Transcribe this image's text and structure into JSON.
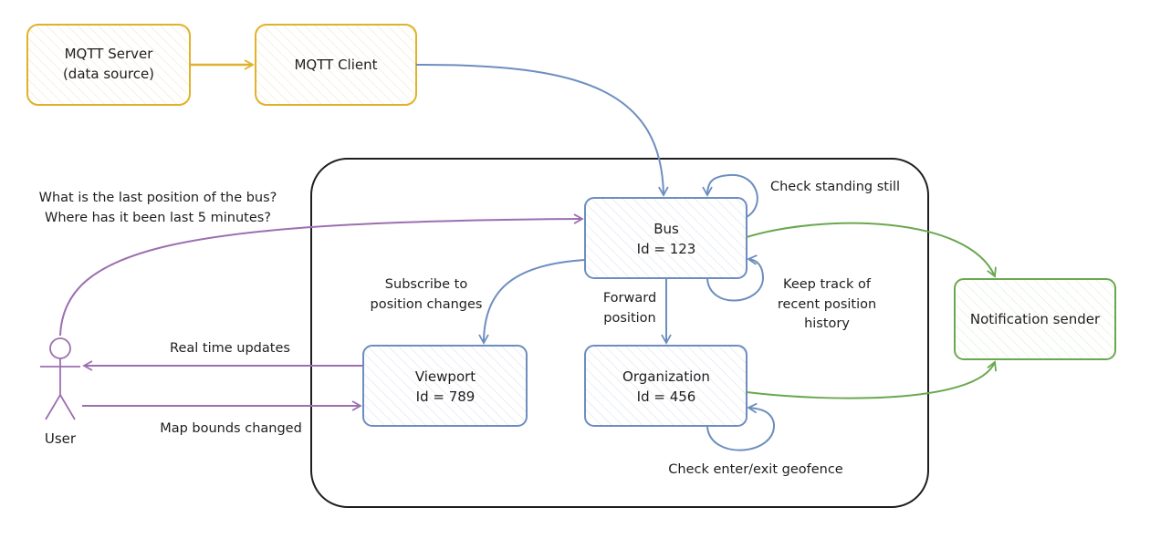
{
  "colors": {
    "yellow": "#e0b12a",
    "blue": "#6c8ebf",
    "purple": "#9c6fb0",
    "green": "#6aa84f",
    "black": "#1e1e1e"
  },
  "nodes": {
    "mqtt_server": {
      "line1": "MQTT Server",
      "line2": "(data source)"
    },
    "mqtt_client": {
      "line1": "MQTT Client"
    },
    "bus": {
      "line1": "Bus",
      "line2": "Id = 123"
    },
    "viewport": {
      "line1": "Viewport",
      "line2": "Id = 789"
    },
    "organization": {
      "line1": "Organization",
      "line2": "Id = 456"
    },
    "notification": {
      "line1": "Notification sender"
    },
    "user": {
      "label": "User"
    }
  },
  "labels": {
    "question_1": "What is the last position of the bus?",
    "question_2": "Where has it been last 5 minutes?",
    "check_standing": "Check standing still",
    "subscribe_1": "Subscribe to",
    "subscribe_2": "position changes",
    "forward_1": "Forward",
    "forward_2": "position",
    "keep_track_1": "Keep track of",
    "keep_track_2": "recent position",
    "keep_track_3": "history",
    "realtime": "Real time updates",
    "map_bounds": "Map bounds changed",
    "geofence": "Check enter/exit geofence"
  }
}
